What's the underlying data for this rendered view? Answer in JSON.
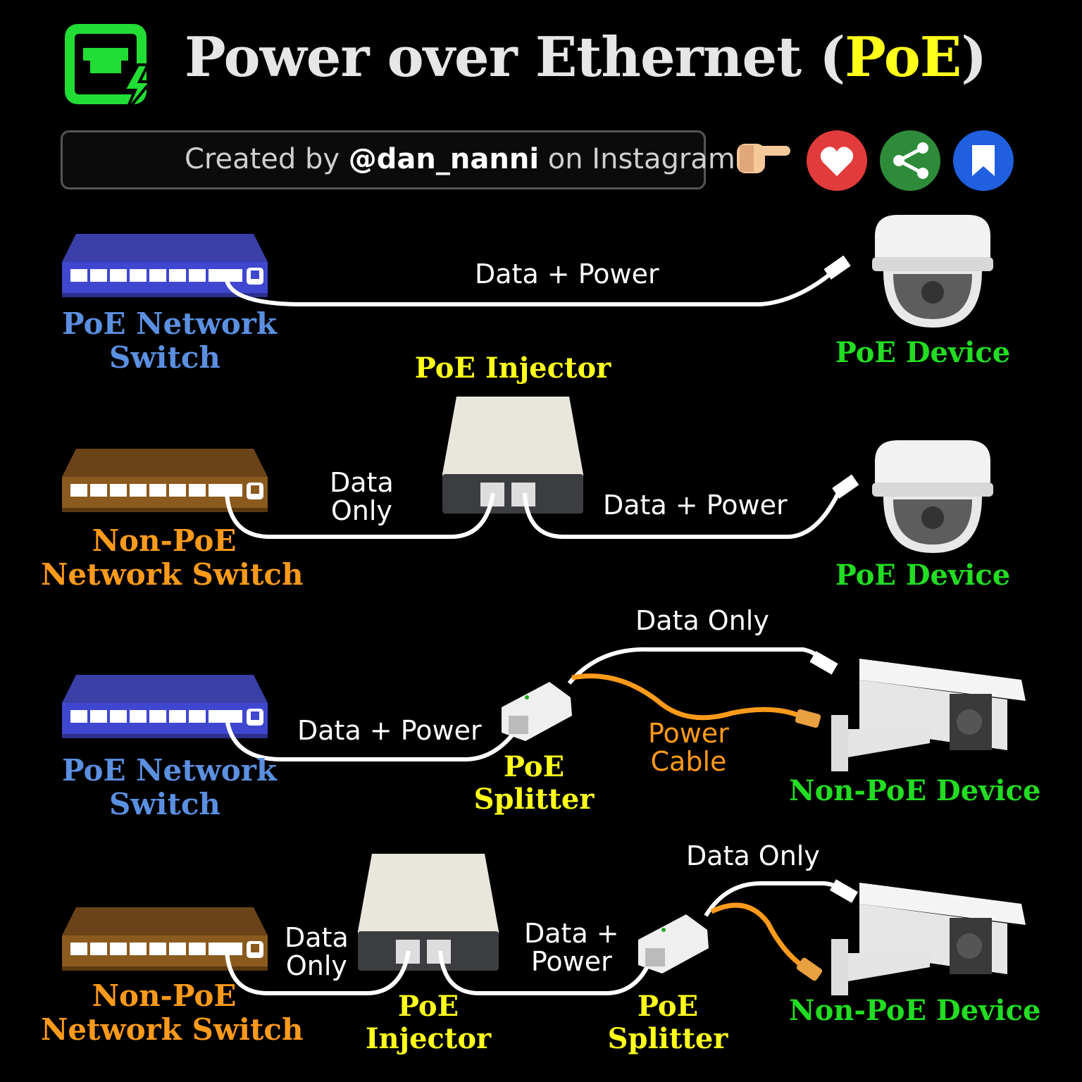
{
  "header": {
    "title_main": "Power over Ethernet (",
    "title_highlight": "PoE",
    "title_close": ")",
    "credit_prefix": "Created by",
    "credit_handle": "@dan_nanni",
    "credit_suffix": "on Instagram"
  },
  "actions": {
    "icons": [
      "pointing-hand-icon",
      "heart-icon",
      "share-icon",
      "bookmark-icon"
    ]
  },
  "colors": {
    "poe_switch": "#5b8fe0",
    "non_poe_switch": "#ff9a1a",
    "device": "#22dd22",
    "adapter": "#ffff1a",
    "power_cable": "#ff9a1a"
  },
  "rows": [
    {
      "switch_label": "PoE Network Switch",
      "switch_line1": "PoE Network",
      "switch_line2": "Switch",
      "cable_label": "Data + Power",
      "device_label": "PoE Device"
    },
    {
      "switch_line1": "Non-PoE",
      "switch_line2": "Network Switch",
      "injector_label": "PoE Injector",
      "cable1_line1": "Data",
      "cable1_line2": "Only",
      "cable2_label": "Data + Power",
      "device_label": "PoE Device"
    },
    {
      "switch_line1": "PoE Network",
      "switch_line2": "Switch",
      "cable1_label": "Data + Power",
      "splitter_line1": "PoE",
      "splitter_line2": "Splitter",
      "data_label": "Data Only",
      "power_line1": "Power",
      "power_line2": "Cable",
      "device_label": "Non-PoE Device"
    },
    {
      "switch_line1": "Non-PoE",
      "switch_line2": "Network Switch",
      "cable1_line1": "Data",
      "cable1_line2": "Only",
      "injector_line1": "PoE",
      "injector_line2": "Injector",
      "cable2_line1": "Data +",
      "cable2_line2": "Power",
      "splitter_line1": "PoE",
      "splitter_line2": "Splitter",
      "data_label": "Data Only",
      "device_label": "Non-PoE Device"
    }
  ]
}
